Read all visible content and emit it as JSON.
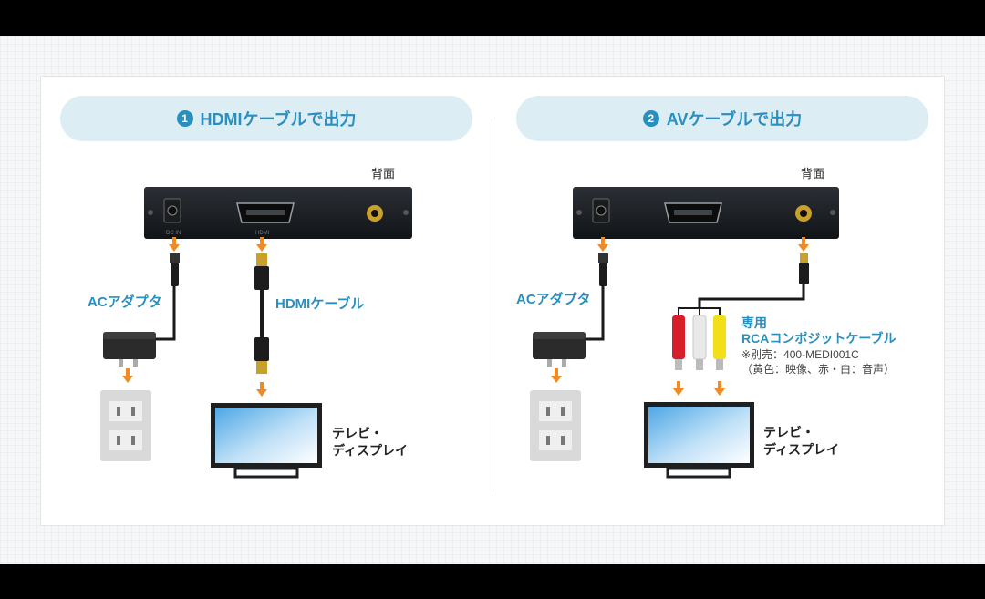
{
  "panels": [
    {
      "number": "1",
      "title": "HDMIケーブルで出力",
      "back_label": "背面",
      "adapter_label": "ACアダプタ",
      "cable_label": "HDMIケーブル",
      "tv_line1": "テレビ・",
      "tv_line2": "ディスプレイ"
    },
    {
      "number": "2",
      "title": "AVケーブルで出力",
      "back_label": "背面",
      "adapter_label": "ACアダプタ",
      "cable_label_line1": "専用",
      "cable_label_line2": "RCAコンポジットケーブル",
      "note_line1": "※別売：400-MEDI001C",
      "note_line2": "（黄色：映像、赤・白：音声）",
      "tv_line1": "テレビ・",
      "tv_line2": "ディスプレイ"
    }
  ],
  "colors": {
    "accent_blue": "#2a8fbe",
    "pill_bg": "#dcedf4",
    "arrow_orange": "#f08a24",
    "plug_red": "#d71f2b",
    "plug_white": "#e9e9e9",
    "plug_yellow": "#f3de1a"
  }
}
